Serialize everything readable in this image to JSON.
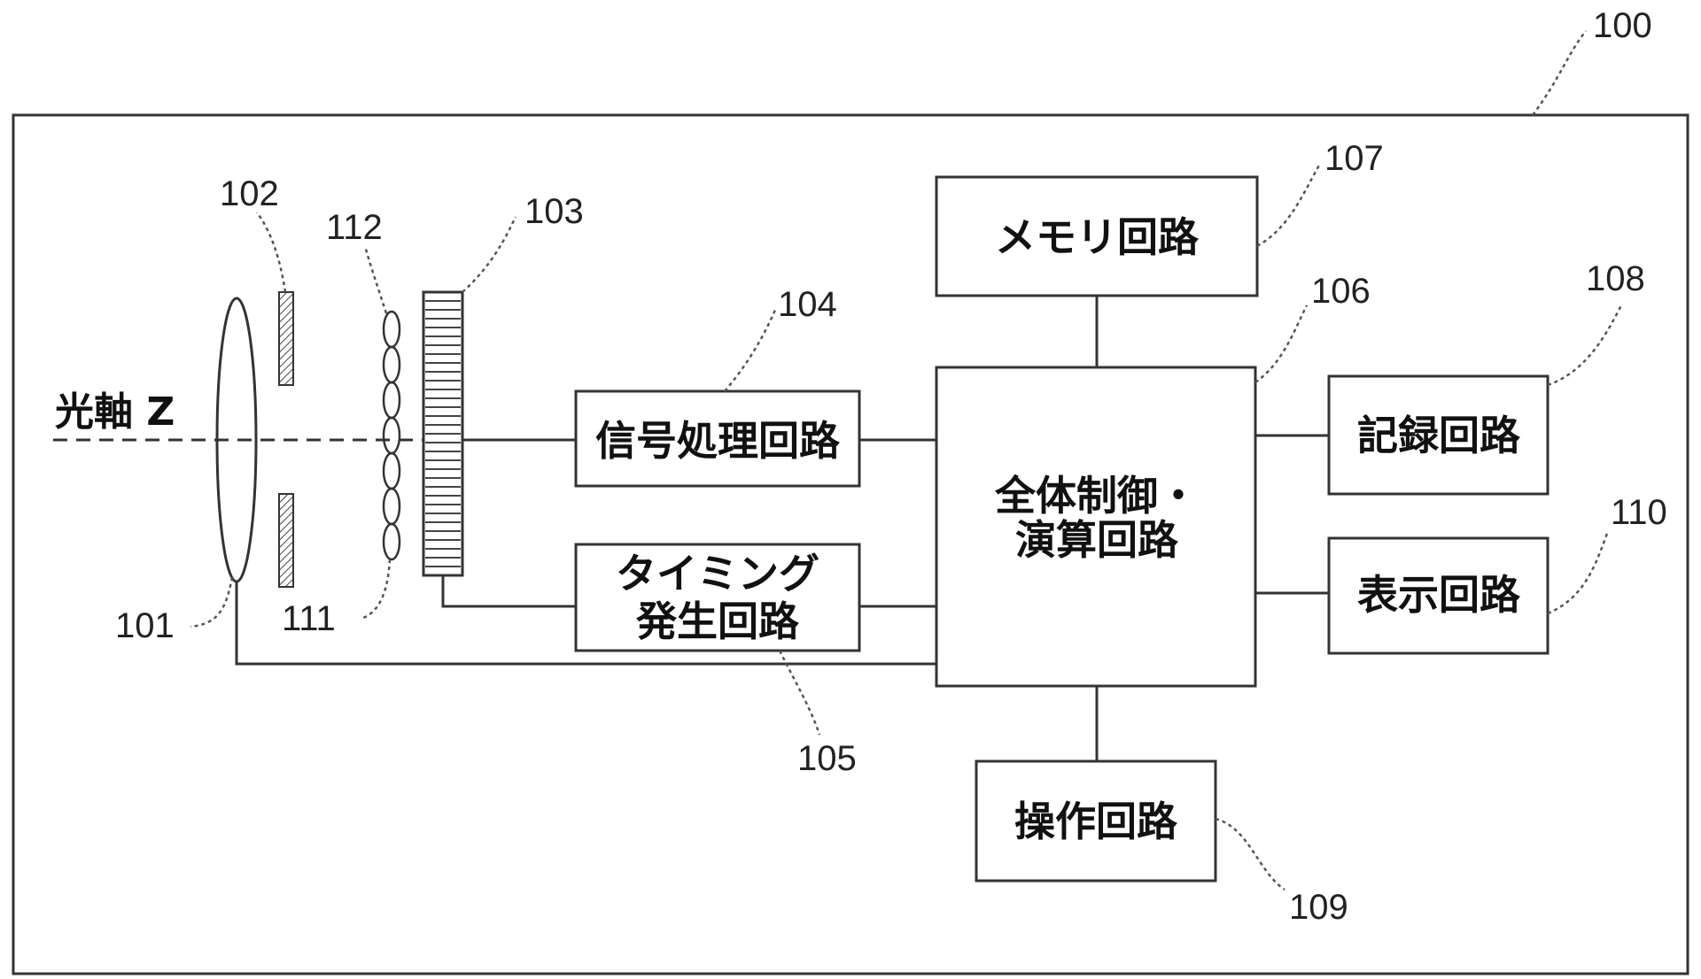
{
  "blocks": {
    "memory": "メモリ回路",
    "signal": "信号処理回路",
    "control_line1": "全体制御・",
    "control_line2": "演算回路",
    "timing_line1": "タイミング",
    "timing_line2": "発生回路",
    "record": "記録回路",
    "display": "表示回路",
    "operation": "操作回路"
  },
  "optical_axis_label": "光軸 Z",
  "refs": {
    "r100": "100",
    "r101": "101",
    "r102": "102",
    "r103": "103",
    "r104": "104",
    "r105": "105",
    "r106": "106",
    "r107": "107",
    "r108": "108",
    "r109": "109",
    "r110": "110",
    "r111": "111",
    "r112": "112"
  }
}
